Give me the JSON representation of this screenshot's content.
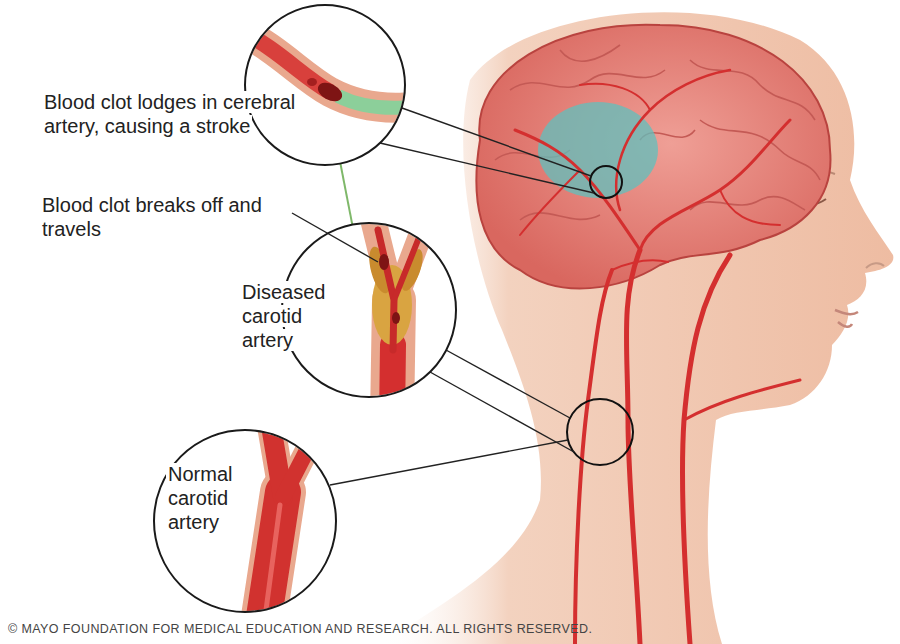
{
  "diagram": {
    "nodes": [
      {
        "text": [
          "Blood clot lodges in cerebral artery, causing a stroke"
        ]
      },
      {
        "text": [
          "Diseased carotid artery"
        ]
      },
      {
        "text": [
          "Normal carotid artery"
        ]
      }
    ],
    "edges": [
      {
        "from": 1,
        "to": 0,
        "arrow": "none"
      }
    ],
    "labels": [
      "Blood clot breaks off and travels",
      "© MAYO FOUNDATION FOR MEDICAL EDUCATION AND RESEARCH. ALL RIGHTS RESERVED."
    ]
  }
}
